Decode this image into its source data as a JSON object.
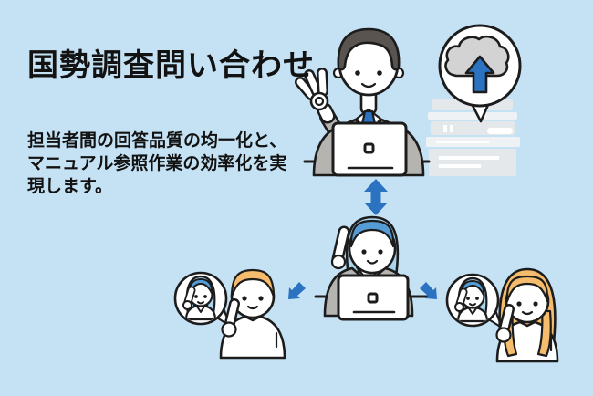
{
  "header": {
    "title": "国勢調査問い合わせ"
  },
  "body": {
    "description": "担当者間の回答品質の均一化と、\nマニュアル参照作業の効率化を実\n現します。"
  },
  "colors": {
    "background": "#c5e2f4",
    "outline": "#1c1c1c",
    "accent_blue": "#2b72c0",
    "suit_gray": "#b5b4b0",
    "hair_dark": "#5a5450",
    "hair_blue": "#559cd6",
    "hair_blue_light": "#a9d5ef",
    "hair_orange": "#f5bc6d",
    "cloud_gray": "#d3d3d3",
    "book_gray": "#e4e8ea",
    "book_gray_light": "#eef2f4",
    "white": "#ffffff"
  },
  "figures": {
    "manager": "manager-with-ok-sign-at-laptop",
    "cloud_bubble": "cloud-upload-icon",
    "manuals": "stack-of-manuals",
    "sync_arrow": "two-way-sync-arrow-icon",
    "operator": "phone-operator-at-laptop",
    "arrow_left": "arrow-down-left-icon",
    "arrow_right": "arrow-down-right-icon",
    "caller_left": "male-caller-on-phone",
    "caller_right": "female-caller-on-phone"
  }
}
